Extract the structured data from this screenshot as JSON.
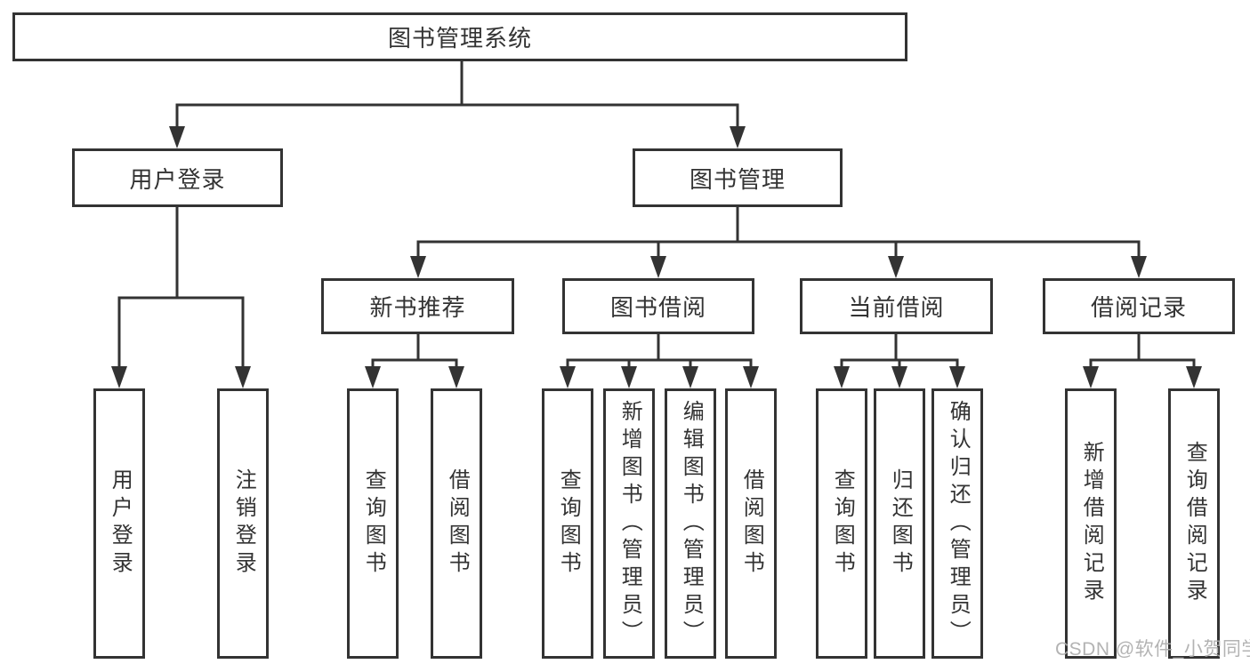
{
  "diagram": {
    "tree": {
      "root": {
        "label": "图书管理系统"
      },
      "level2": [
        {
          "label": "用户登录",
          "children": [
            {
              "label": "用户登录"
            },
            {
              "label": "注销登录"
            }
          ]
        },
        {
          "label": "图书管理",
          "children": [
            {
              "label": "新书推荐",
              "children": [
                {
                  "label": "查询图书"
                },
                {
                  "label": "借阅图书"
                }
              ]
            },
            {
              "label": "图书借阅",
              "children": [
                {
                  "label": "查询图书"
                },
                {
                  "label": "新增图书（管理员）"
                },
                {
                  "label": "编辑图书（管理员）"
                },
                {
                  "label": "借阅图书"
                }
              ]
            },
            {
              "label": "当前借阅",
              "children": [
                {
                  "label": "查询图书"
                },
                {
                  "label": "归还图书"
                },
                {
                  "label": "确认归还（管理员）"
                }
              ]
            },
            {
              "label": "借阅记录",
              "children": [
                {
                  "label": "新增借阅记录"
                },
                {
                  "label": "查询借阅记录"
                }
              ]
            }
          ]
        }
      ]
    },
    "colors": {
      "line": "#333333",
      "box_border": "#333333",
      "box_fill": "#ffffff",
      "text": "#333333",
      "watermark": "#acacac",
      "background": "#ffffff"
    }
  },
  "watermark": {
    "text": "CSDN @软件_小贺同学"
  }
}
